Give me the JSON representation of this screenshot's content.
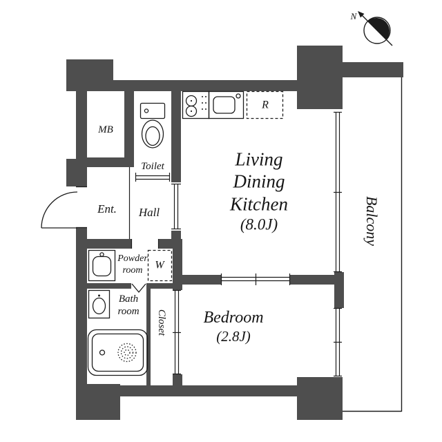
{
  "colors": {
    "wall": "#4e4e4e",
    "line": "#1c1c1c"
  },
  "compass": {
    "north": "N"
  },
  "rooms": {
    "ldk": {
      "line1": "Living",
      "line2": "Dining",
      "line3": "Kitchen",
      "size": "(8.0J)"
    },
    "bedroom": {
      "name": "Bedroom",
      "size": "(2.8J)"
    },
    "balcony": {
      "name": "Balcony"
    },
    "entrance": {
      "name": "Ent."
    },
    "hall": {
      "name": "Hall"
    },
    "toilet": {
      "name": "Toilet"
    },
    "meter_box": {
      "name": "MB"
    },
    "powder_room": {
      "line1": "Powder",
      "line2": "room"
    },
    "bath_room": {
      "line1": "Bath",
      "line2": "room"
    },
    "closet": {
      "name": "Closet"
    }
  },
  "fixtures": {
    "washer": "W",
    "fridge": "R"
  }
}
